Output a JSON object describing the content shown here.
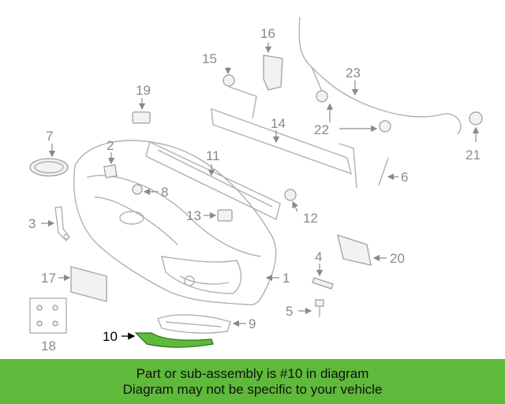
{
  "colors": {
    "highlight": "#5fb93b",
    "line": "#b0b0b0",
    "label": "#8a8a8a"
  },
  "labels": {
    "p1": "1",
    "p2": "2",
    "p3": "3",
    "p4": "4",
    "p5": "5",
    "p6": "6",
    "p7": "7",
    "p8": "8",
    "p9": "9",
    "p10": "10",
    "p11": "11",
    "p12": "12",
    "p13": "13",
    "p14": "14",
    "p15": "15",
    "p16": "16",
    "p17": "17",
    "p18": "18",
    "p19": "19",
    "p20": "20",
    "p21": "21",
    "p22": "22",
    "p23": "23"
  },
  "banner": {
    "line1": "Part or sub-assembly is #10 in diagram",
    "line2": "Diagram may not be specific to your vehicle"
  }
}
